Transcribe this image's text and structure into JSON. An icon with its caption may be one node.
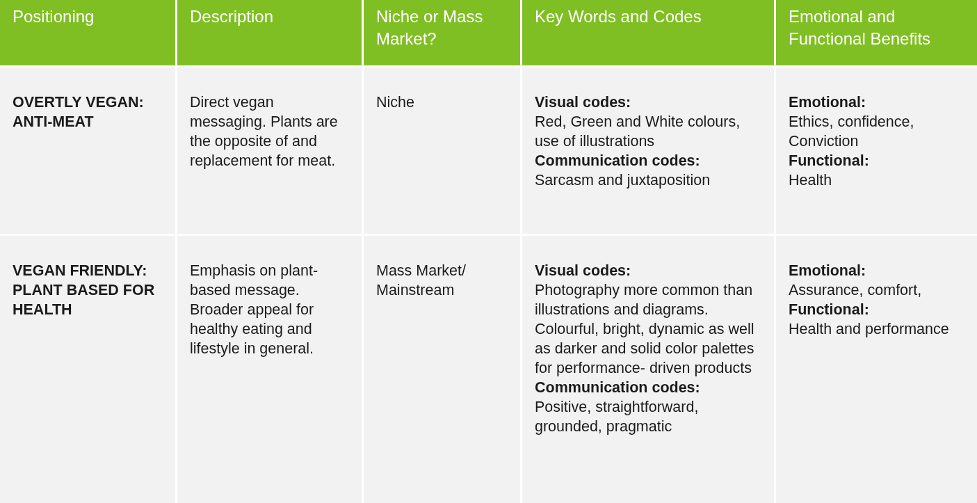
{
  "diagram": {
    "labels": [
      "Positioning",
      "Description",
      "Niche or Mass Market?",
      "Key Words and Codes",
      "Emotional and Functional Benefits",
      "OVERTLY VEGAN: ANTI-MEAT",
      "Direct vegan messaging. Plants are the opposite of and replacement for meat.",
      "Niche",
      "Visual codes:",
      "Red, Green and White colours, use of illustrations",
      "Communication codes:",
      "Sarcasm and juxtaposition",
      "Emotional:",
      "Ethics, confidence, Conviction",
      "Functional:",
      "Health",
      "VEGAN FRIENDLY: PLANT BASED FOR HEALTH",
      "Emphasis on plant-based message. Broader appeal for healthy eating and lifestyle in general.",
      "Mass Market/ Mainstream",
      "Visual codes:",
      "Photography more common than illustrations and diagrams. Colourful, bright, dynamic as well as darker and solid color palettes for performance- driven products",
      "Communication codes:",
      "Positive, straightforward, grounded, pragmatic",
      "Emotional:",
      "Assurance, comfort,",
      "Functional:",
      "Health and performance"
    ]
  }
}
